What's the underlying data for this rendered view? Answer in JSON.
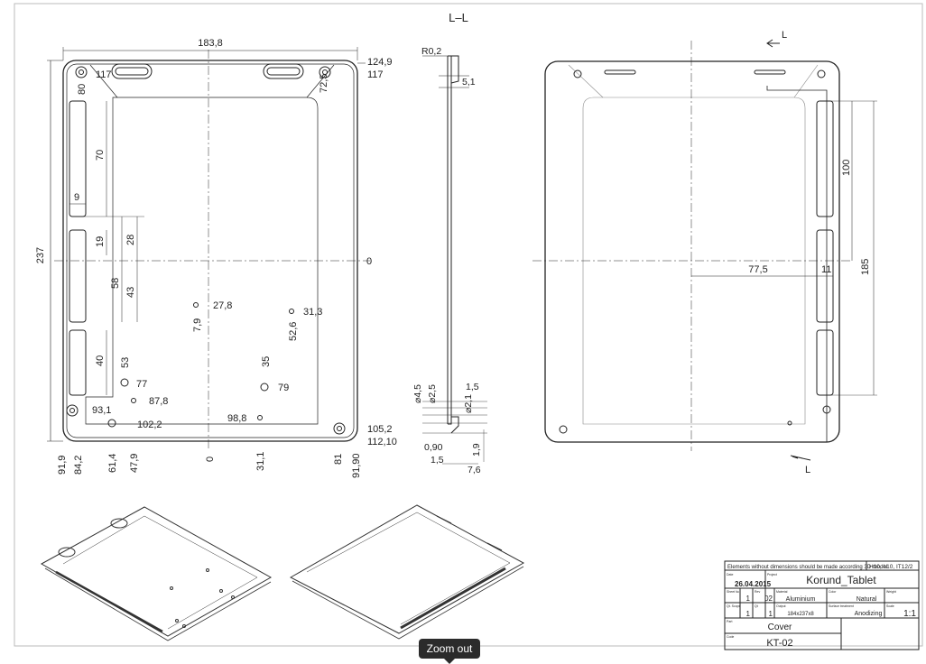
{
  "drawing": {
    "section_label": "L–L",
    "front": {
      "width": "183,8",
      "height": "237",
      "right_dims": [
        "124,9",
        "117",
        "72,5",
        "105,2",
        "112,10",
        "0"
      ],
      "top_left_dims": [
        "117",
        "80"
      ],
      "left_dims": [
        "70",
        "9",
        "19",
        "28",
        "58",
        "43",
        "40"
      ],
      "hole_dims": [
        "27,8",
        "7,9",
        "31,3",
        "52,6",
        "53",
        "77",
        "87,8",
        "93,1",
        "102,2",
        "35",
        "79",
        "98,8"
      ],
      "bottom_dims": [
        "91,9",
        "84,2",
        "61,4",
        "47,9",
        "0",
        "31,1",
        "81",
        "91,90"
      ]
    },
    "section": {
      "dims": [
        "R0,2",
        "5,1",
        "⌀4,5",
        "⌀2,5",
        "1,5",
        "⌀2,1",
        "1,9",
        "0,90",
        "1,5",
        "7,6"
      ]
    },
    "rear": {
      "cut_label_top": "L",
      "cut_label_bottom": "L",
      "dims": [
        "100",
        "185",
        "77,5",
        "11"
      ]
    }
  },
  "title_block": {
    "note": "Elements without dimensions should be made according 3D model",
    "tolerance": "H10, h10, IT12/2",
    "date_label": "Date",
    "date": "26.04.2015",
    "project_label": "Project",
    "project": "Korund_Tablet",
    "sheet_label": "Sheet №",
    "sheet": "1",
    "rev_label": "Rev",
    "rev": "02",
    "material_label": "Material",
    "material": "Aluminium",
    "color_label": "Color",
    "color": "Natural",
    "weight_label": "Weight",
    "weight": "",
    "qty_label": "Qt. Scope",
    "qty": "1",
    "qty2_label": "Qt",
    "qty2": "1",
    "blank_label": "Output",
    "blank": "184x237x8",
    "finish_label": "Surface treatment",
    "finish": "Anodizing",
    "scale_label": "Scale",
    "scale": "1:1",
    "part_name_label": "Part",
    "part_name": "Cover",
    "code_label": "Code",
    "code": "KT-02"
  },
  "tooltip": {
    "label": "Zoom out"
  }
}
